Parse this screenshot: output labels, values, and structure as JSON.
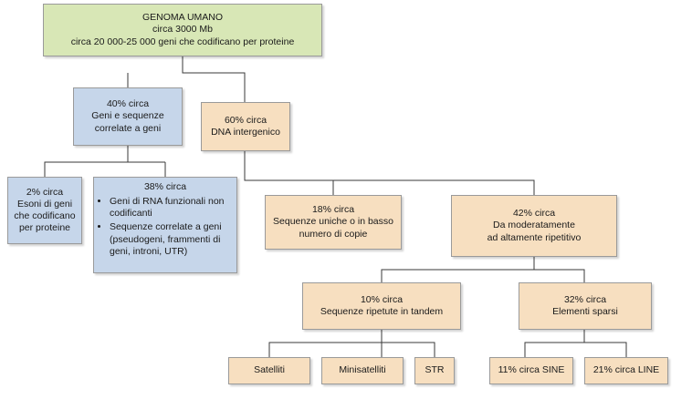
{
  "root": {
    "title": "GENOMA UMANO",
    "size": "circa 3000 Mb",
    "genes": "circa 20 000-25 000 geni che codificano per proteine"
  },
  "gene_related": {
    "pct": "40% circa",
    "line1": "Geni e sequenze",
    "line2": "correlate a geni"
  },
  "intergenic": {
    "pct": "60% circa",
    "line1": "DNA intergenico"
  },
  "exons": {
    "pct": "2% circa",
    "line1": "Esoni di geni",
    "line2": "che codificano",
    "line3": "per proteine"
  },
  "related": {
    "pct": "38% circa",
    "bullets": [
      "Geni di RNA funzionali non codificanti",
      "Sequenze correlate a geni (pseudogeni, frammenti di geni, introni, UTR)"
    ]
  },
  "unique": {
    "pct": "18% circa",
    "line1": "Sequenze uniche o in basso",
    "line2": "numero di copie"
  },
  "repetitive": {
    "pct": "42% circa",
    "line1": "Da moderatamente",
    "line2": "ad altamente ripetitivo"
  },
  "tandem": {
    "pct": "10% circa",
    "line1": "Sequenze ripetute in tandem"
  },
  "dispersed": {
    "pct": "32% circa",
    "line1": "Elementi sparsi"
  },
  "leaves": {
    "satellites": "Satelliti",
    "minisatellites": "Minisatelliti",
    "str": "STR",
    "sine": "11% circa SINE",
    "line": "21% circa LINE"
  },
  "colors": {
    "root": "#d8e7b6",
    "gene_related": "#c6d6ea",
    "intergenic": "#f7dfc0",
    "connector": "#3a3a3a"
  }
}
